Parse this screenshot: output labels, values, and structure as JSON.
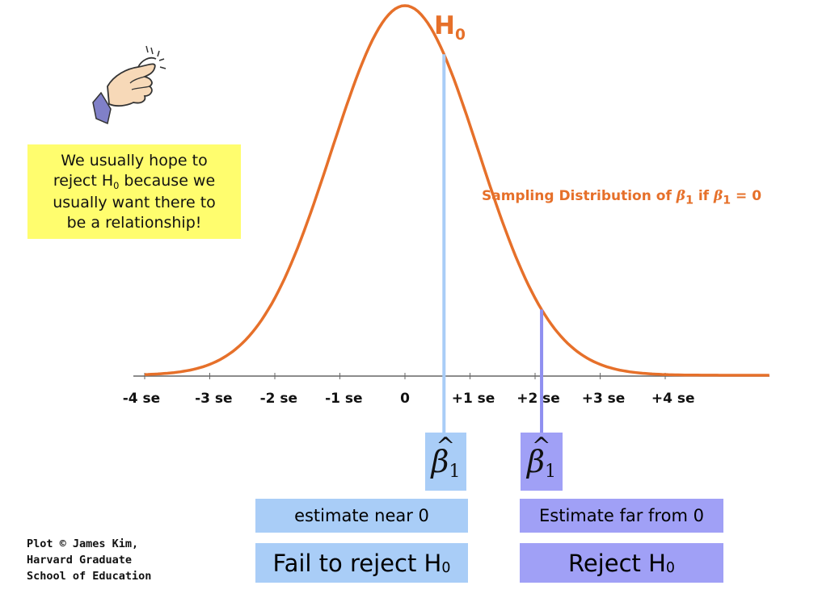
{
  "hypothesis_label": "H",
  "hypothesis_sub": "0",
  "distribution_label": {
    "prefix": "Sampling Distribution of ",
    "estimator": "β",
    "estimator_sub": "1",
    "middle": " if ",
    "param": "β",
    "param_sub": "1",
    "suffix": " = 0"
  },
  "note": {
    "line1": "We usually hope to",
    "line2a": "reject H",
    "line2sub": "0",
    "line2b": " because we",
    "line3": "usually want there to",
    "line4": "be a relationship!"
  },
  "axis": {
    "ticks": [
      "-4 se",
      "-3 se",
      "-2 se",
      "-1 se",
      "0",
      "+1 se",
      "+2 se",
      "+3 se",
      "+4 se"
    ],
    "tick_values": [
      -4,
      -3,
      -2,
      -1,
      0,
      1,
      2,
      3,
      4
    ]
  },
  "estimates": [
    {
      "position_se": 0.6,
      "symbol": "β",
      "sub": "1",
      "caption": "estimate near 0",
      "decision": "Fail to reject H",
      "decision_sub": "0"
    },
    {
      "position_se": 2.1,
      "symbol": "β",
      "sub": "1",
      "caption": "Estimate far from 0",
      "decision": "Reject H",
      "decision_sub": "0"
    }
  ],
  "credit": {
    "line1": "Plot © James Kim,",
    "line2": "Harvard Graduate",
    "line3": "School of Education"
  },
  "colors": {
    "curve": "#e6702a",
    "near": "#a9cdf7",
    "far": "#a0a0f6",
    "note": "#fffd6e",
    "axis": "#666666"
  }
}
